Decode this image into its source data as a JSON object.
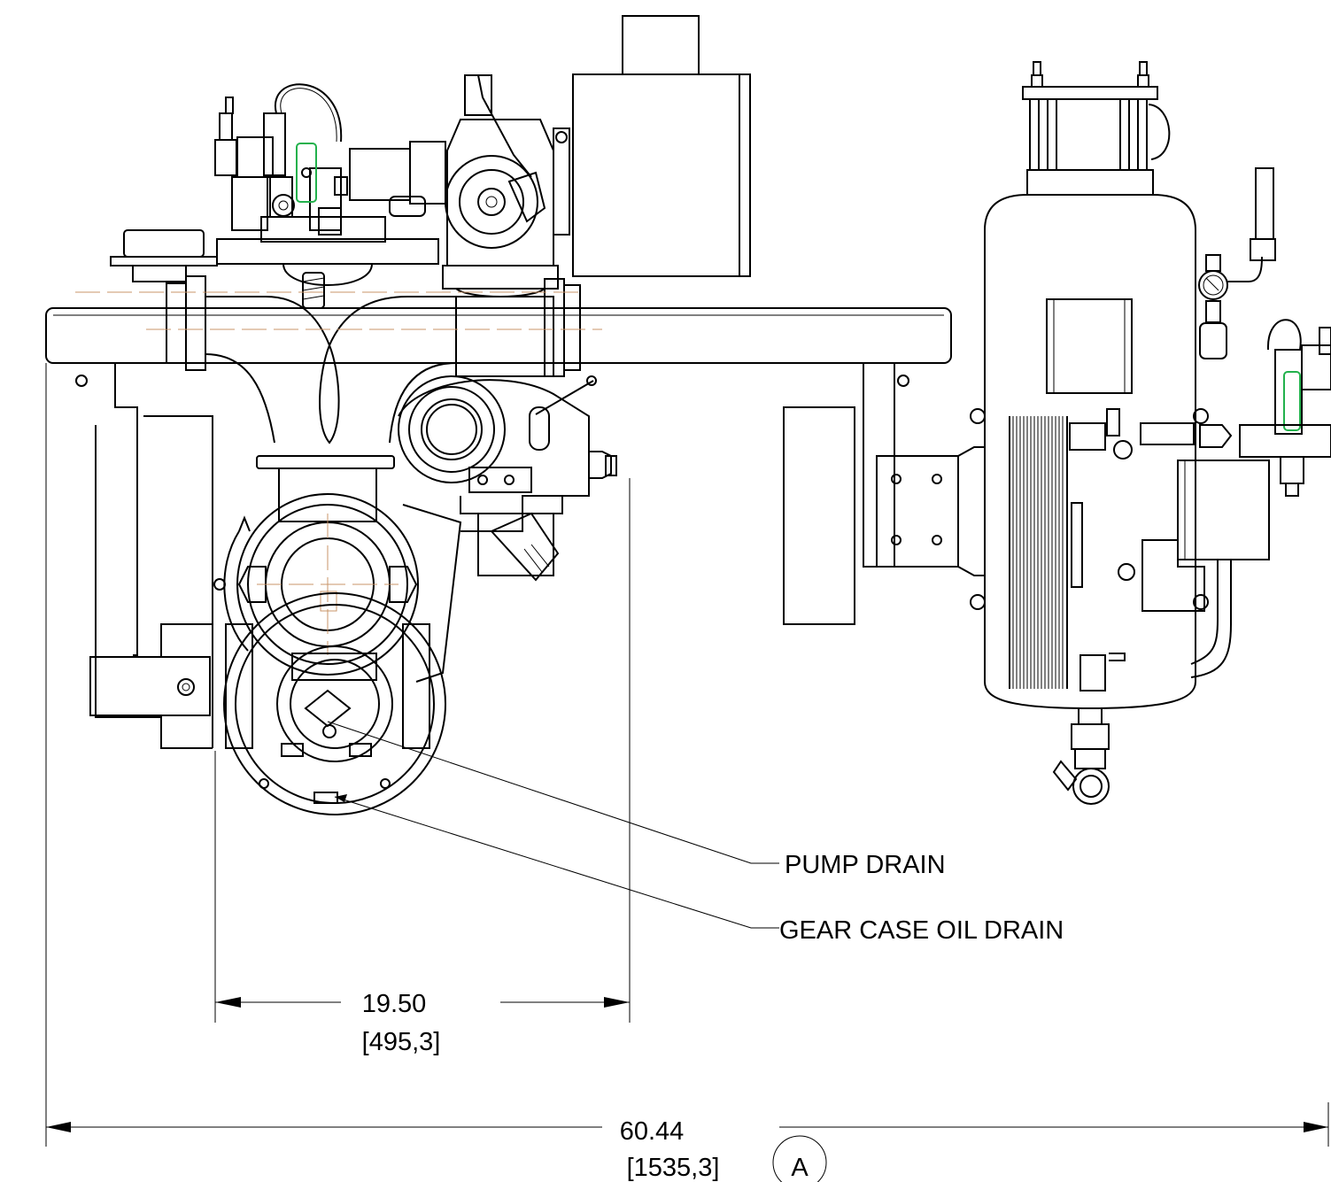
{
  "labels": {
    "pump_drain": "PUMP DRAIN",
    "gear_case_oil_drain": "GEAR CASE OIL DRAIN"
  },
  "dimensions": {
    "drain_spacing": {
      "imperial": "19.50",
      "metric": "[495,3]"
    },
    "overall_width": {
      "imperial": "60.44",
      "metric": "[1535,3]"
    }
  },
  "view_marker": "A",
  "colors": {
    "line": "#000000",
    "centerline": "#c8956a",
    "highlight": "#22b14c"
  }
}
